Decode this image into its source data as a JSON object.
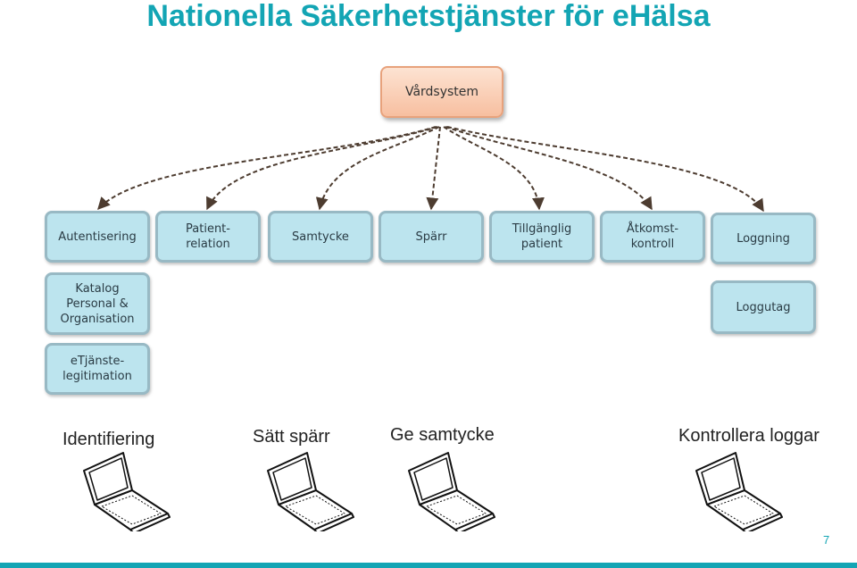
{
  "title": "Nationella Säkerhetstjänster för eHälsa",
  "root": "Vårdsystem",
  "services": [
    "Autentisering",
    "Patient-\nrelation",
    "Samtycke",
    "Spärr",
    "Tillgänglig\npatient",
    "Åtkomst-\nkontroll",
    "Loggning"
  ],
  "support": {
    "katalog": "Katalog\nPersonal &\nOrganisation",
    "etjanste": "eTjänste-\nlegitimation",
    "loggutag": "Loggutag"
  },
  "actions": [
    "Identifiering",
    "Sätt spärr",
    "Ge samtycke",
    "Kontrollera loggar"
  ],
  "page_number": "7",
  "colors": {
    "title": "#13a5b4",
    "service_fill": "#bce4ee",
    "service_border": "#98b9c4",
    "root_fill": "#f7bfa0"
  }
}
